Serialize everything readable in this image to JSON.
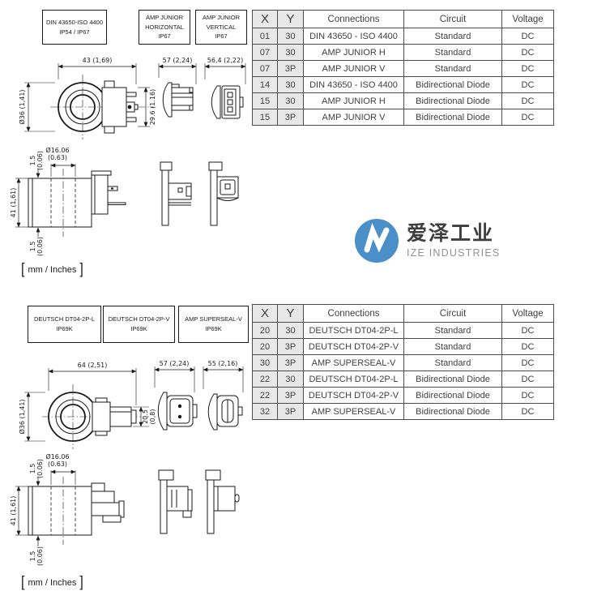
{
  "logo": {
    "cn": "爱泽工业",
    "en": "IZE INDUSTRIES",
    "brand_color": "#4a8fc8"
  },
  "units_label": "mm / Inches",
  "top": {
    "boxes": [
      {
        "line1": "DIN 43650-ISO 4400",
        "line2": "IP54 / IP67",
        "line3": ""
      },
      {
        "line1": "AMP JUNIOR",
        "line2": "HORIZONTAL",
        "line3": "IP67"
      },
      {
        "line1": "AMP JUNIOR",
        "line2": "VERTICAL",
        "line3": "IP67"
      }
    ],
    "table": {
      "headers": [
        "X",
        "Y",
        "Connections",
        "Circuit",
        "Voltage"
      ],
      "rows": [
        [
          "01",
          "30",
          "DIN 43650 - ISO 4400",
          "Standard",
          "DC"
        ],
        [
          "07",
          "30",
          "AMP JUNIOR H",
          "Standard",
          "DC"
        ],
        [
          "07",
          "3P",
          "AMP JUNIOR V",
          "Standard",
          "DC"
        ],
        [
          "14",
          "30",
          "DIN 43650 - ISO 4400",
          "Bidirectional Diode",
          "DC"
        ],
        [
          "15",
          "30",
          "AMP JUNIOR H",
          "Bidirectional Diode",
          "DC"
        ],
        [
          "15",
          "3P",
          "AMP JUNIOR V",
          "Bidirectional Diode",
          "DC"
        ]
      ]
    },
    "front_view": {
      "width": "43 (1,69)",
      "diameter": "Ø36 (1,41)",
      "height": "29.6 (1.16)"
    },
    "amp_h_view": {
      "width": "57 (2,24)"
    },
    "amp_v_view": {
      "width": "56,4 (2,22)"
    },
    "side_view": {
      "offset_top": [
        "1.5",
        "(0.06)"
      ],
      "height": "41 (1,61)",
      "offset_bottom": [
        "1.5",
        "(0.06)"
      ],
      "bore": [
        "Ø16.06",
        "(0.63)"
      ]
    }
  },
  "bottom": {
    "boxes": [
      {
        "line1": "DEUTSCH DT04-2P-L",
        "line2": "IP69K"
      },
      {
        "line1": "DEUTSCH DT04-2P-V",
        "line2": "IP69K"
      },
      {
        "line1": "AMP SUPERSEAL-V",
        "line2": "IP69K"
      }
    ],
    "table": {
      "headers": [
        "X",
        "Y",
        "Connections",
        "Circuit",
        "Voltage"
      ],
      "rows": [
        [
          "20",
          "30",
          "DEUTSCH DT04-2P-L",
          "Standard",
          "DC"
        ],
        [
          "20",
          "3P",
          "DEUTSCH DT04-2P-V",
          "Standard",
          "DC"
        ],
        [
          "30",
          "3P",
          "AMP SUPERSEAL-V",
          "Standard",
          "DC"
        ],
        [
          "22",
          "30",
          "DEUTSCH DT04-2P-L",
          "Bidirectional Diode",
          "DC"
        ],
        [
          "22",
          "3P",
          "DEUTSCH DT04-2P-V",
          "Bidirectional Diode",
          "DC"
        ],
        [
          "32",
          "3P",
          "AMP SUPERSEAL-V",
          "Bidirectional Diode",
          "DC"
        ]
      ]
    },
    "front_view": {
      "width": "64 (2,51)",
      "diameter": "Ø36 (1,41)",
      "height": [
        "20.5",
        "(0,8)"
      ]
    },
    "deutsch_view": {
      "width": "57 (2,24)"
    },
    "superseal_view": {
      "width": "55 (2,16)"
    },
    "side_view": {
      "offset_top": [
        "1.5",
        "(0.06)"
      ],
      "height": "41 (1,61)",
      "offset_bottom": [
        "1.5",
        "(0.06)"
      ],
      "bore": [
        "Ø16.06",
        "(0.63)"
      ]
    }
  }
}
